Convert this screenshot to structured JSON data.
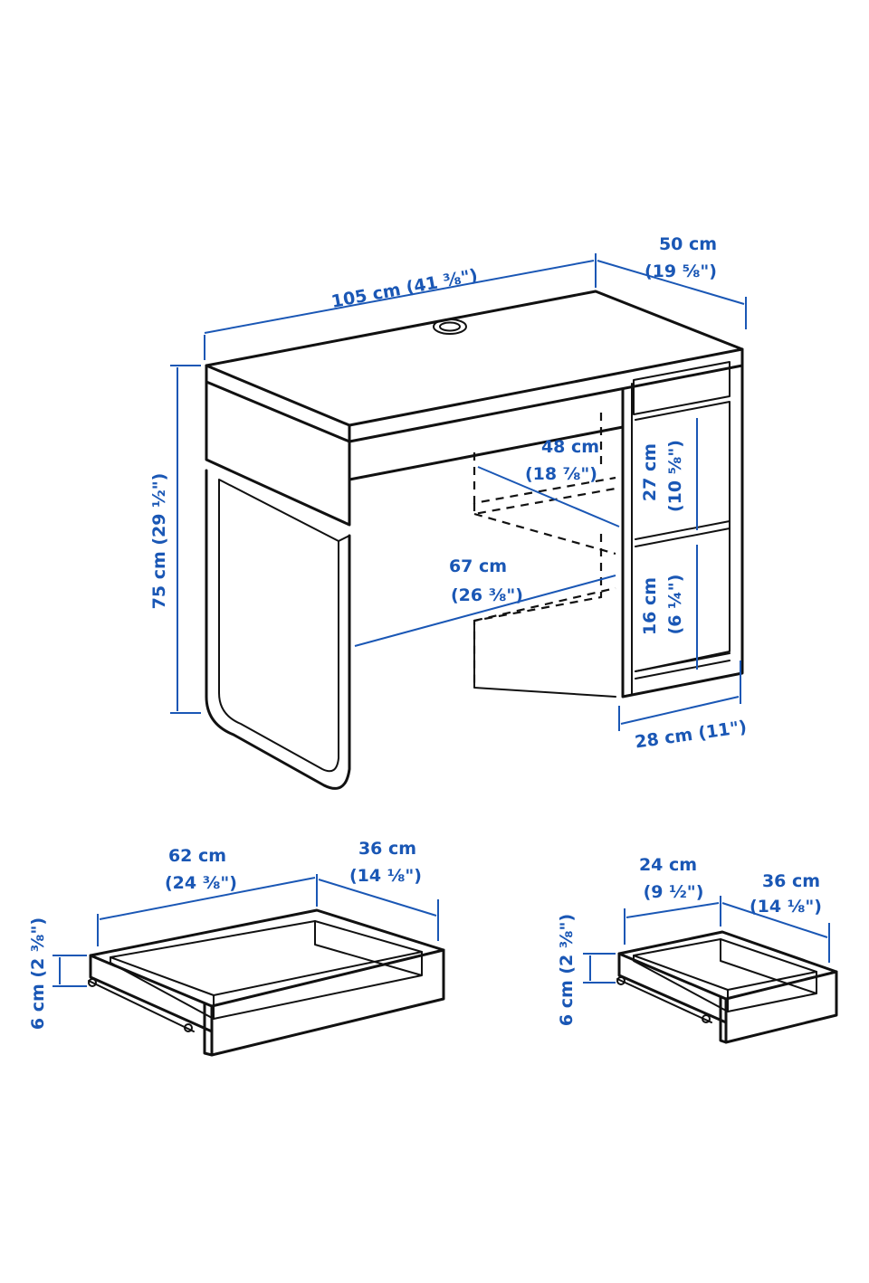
{
  "colors": {
    "dimension": "#1a57b5",
    "line": "#111111",
    "background": "#ffffff"
  },
  "desk": {
    "width": {
      "cm": "105 cm (41 ⅜\")"
    },
    "depth": {
      "cm": "50 cm",
      "inch": "(19 ⅝\")"
    },
    "height": {
      "cm": "75 cm (29 ½\")"
    },
    "inner_width_top": {
      "cm": "48 cm",
      "inch": "(18 ⅞\")"
    },
    "inner_width_bottom": {
      "cm": "67 cm",
      "inch": "(26 ⅜\")"
    },
    "shelf_upper": {
      "cm": "27 cm",
      "inch": "(10 ⅝\")"
    },
    "shelf_lower": {
      "cm": "16 cm",
      "inch": "(6 ¼\")"
    },
    "cabinet_depth": {
      "cm": "28 cm (11\")"
    }
  },
  "drawer_large": {
    "width": {
      "cm": "62 cm",
      "inch": "(24 ⅜\")"
    },
    "depth": {
      "cm": "36 cm",
      "inch": "(14 ⅛\")"
    },
    "height": {
      "cm": "6 cm (2 ⅜\")"
    }
  },
  "drawer_small": {
    "width": {
      "cm": "24 cm",
      "inch": "(9 ½\")"
    },
    "depth": {
      "cm": "36 cm",
      "inch": "(14 ⅛\")"
    },
    "height": {
      "cm": "6 cm (2 ⅜\")"
    }
  }
}
